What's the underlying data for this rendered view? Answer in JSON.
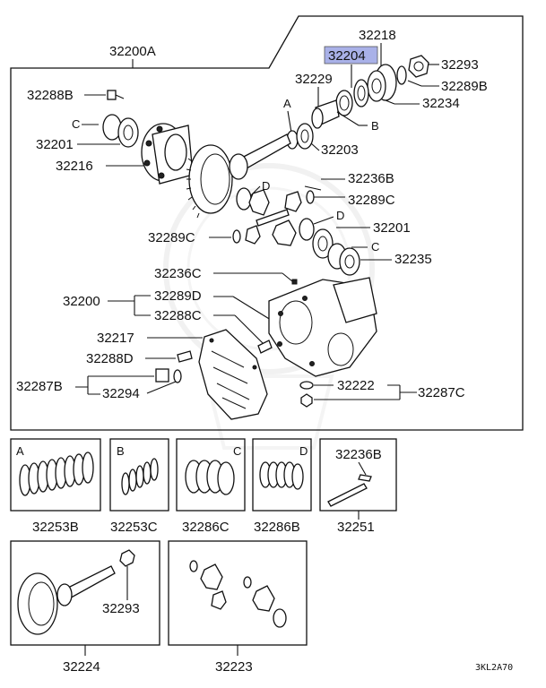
{
  "colors": {
    "highlight": "#a9b1e8",
    "ink": "#111111",
    "watermark": "#e8e8e8"
  },
  "diagram": {
    "assembly_label": "32200A",
    "callouts": {
      "p32218": "32218",
      "p32204": "32204",
      "p32293": "32293",
      "p32289B": "32289B",
      "p32229": "32229",
      "p32234": "32234",
      "p32288B": "32288B",
      "p32201a": "32201",
      "p32216": "32216",
      "p32203": "32203",
      "p32236B": "32236B",
      "p32289C_r": "32289C",
      "p32289C_l": "32289C",
      "p32201b": "32201",
      "p32235": "32235",
      "p32236C": "32236C",
      "p32200": "32200",
      "p32289D": "32289D",
      "p32288C": "32288C",
      "p32217": "32217",
      "p32288D": "32288D",
      "p32287B": "32287B",
      "p32294": "32294",
      "p32222": "32222",
      "p32287C": "32287C"
    },
    "letters": {
      "A": "A",
      "B": "B",
      "C": "C",
      "D": "D"
    },
    "highlighted_part": "32204"
  },
  "kits": [
    {
      "letter": "A",
      "part": "32253B"
    },
    {
      "letter": "B",
      "part": "32253C"
    },
    {
      "letter": "C",
      "part": "32286C"
    },
    {
      "letter": "D",
      "part": "32286B"
    },
    {
      "letter": "",
      "part": "32251",
      "inner": "32236B"
    }
  ],
  "sets": [
    {
      "part": "32224",
      "sub": "32293"
    },
    {
      "part": "32223"
    }
  ],
  "figure_code": "3KL2A70"
}
